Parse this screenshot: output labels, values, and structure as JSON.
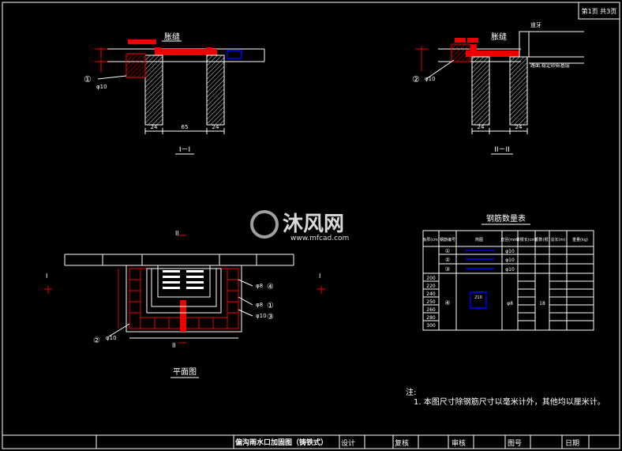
{
  "sheet": {
    "page_label": "第1页 共3页"
  },
  "section1": {
    "joint_label": "胀缝",
    "dims": [
      "24",
      "65",
      "24"
    ],
    "caption": "I－I",
    "rebar_mark": "①",
    "rebar_dia": "φ10"
  },
  "section2": {
    "joint_label": "胀缝",
    "curb_label": "道牙",
    "layer_label": "路面,稳定砂砾基层",
    "dims": [
      "24",
      "24"
    ],
    "caption": "II－II",
    "rebar_mark": "②",
    "rebar_dia": "φ10"
  },
  "plan": {
    "section_mark_1": "I",
    "section_mark_2": "II",
    "callouts": [
      {
        "mark": "④",
        "dia": "φ8"
      },
      {
        "mark": "①",
        "dia": "φ8"
      },
      {
        "mark": "③",
        "dia": "φ10"
      }
    ],
    "left_callout": {
      "mark": "②",
      "dia": "φ10"
    },
    "caption": "平面图"
  },
  "watermark": {
    "cn": "沐风网",
    "en": "www.mfcad.com"
  },
  "rebar_table": {
    "title": "钢筋数量表",
    "headers": [
      "板厚(cm)",
      "钢筋编号",
      "简图",
      "直径(mm)",
      "单根长(cm)",
      "根数(根)",
      "总长(m)",
      "重量(kg)"
    ],
    "rows_top": [
      [
        "①",
        "φ10"
      ],
      [
        "②",
        "φ10"
      ],
      [
        "③",
        "φ10"
      ]
    ],
    "thickness": [
      "200",
      "220",
      "240",
      "250",
      "260",
      "280",
      "300"
    ],
    "bottom_mark": "④",
    "bottom_dia": "φ8",
    "bottom_count": "18",
    "shape_dim": "210"
  },
  "notes": {
    "heading": "注:",
    "line1": "1. 本图尺寸除钢筋尺寸以毫米计外，其他均以厘米计。"
  },
  "title_block": {
    "drawing_title": "偏沟雨水口加固图（铸铁式）",
    "design": "设计",
    "review": "复核",
    "approve": "审核",
    "drawing_no": "图号",
    "date": "日期"
  }
}
